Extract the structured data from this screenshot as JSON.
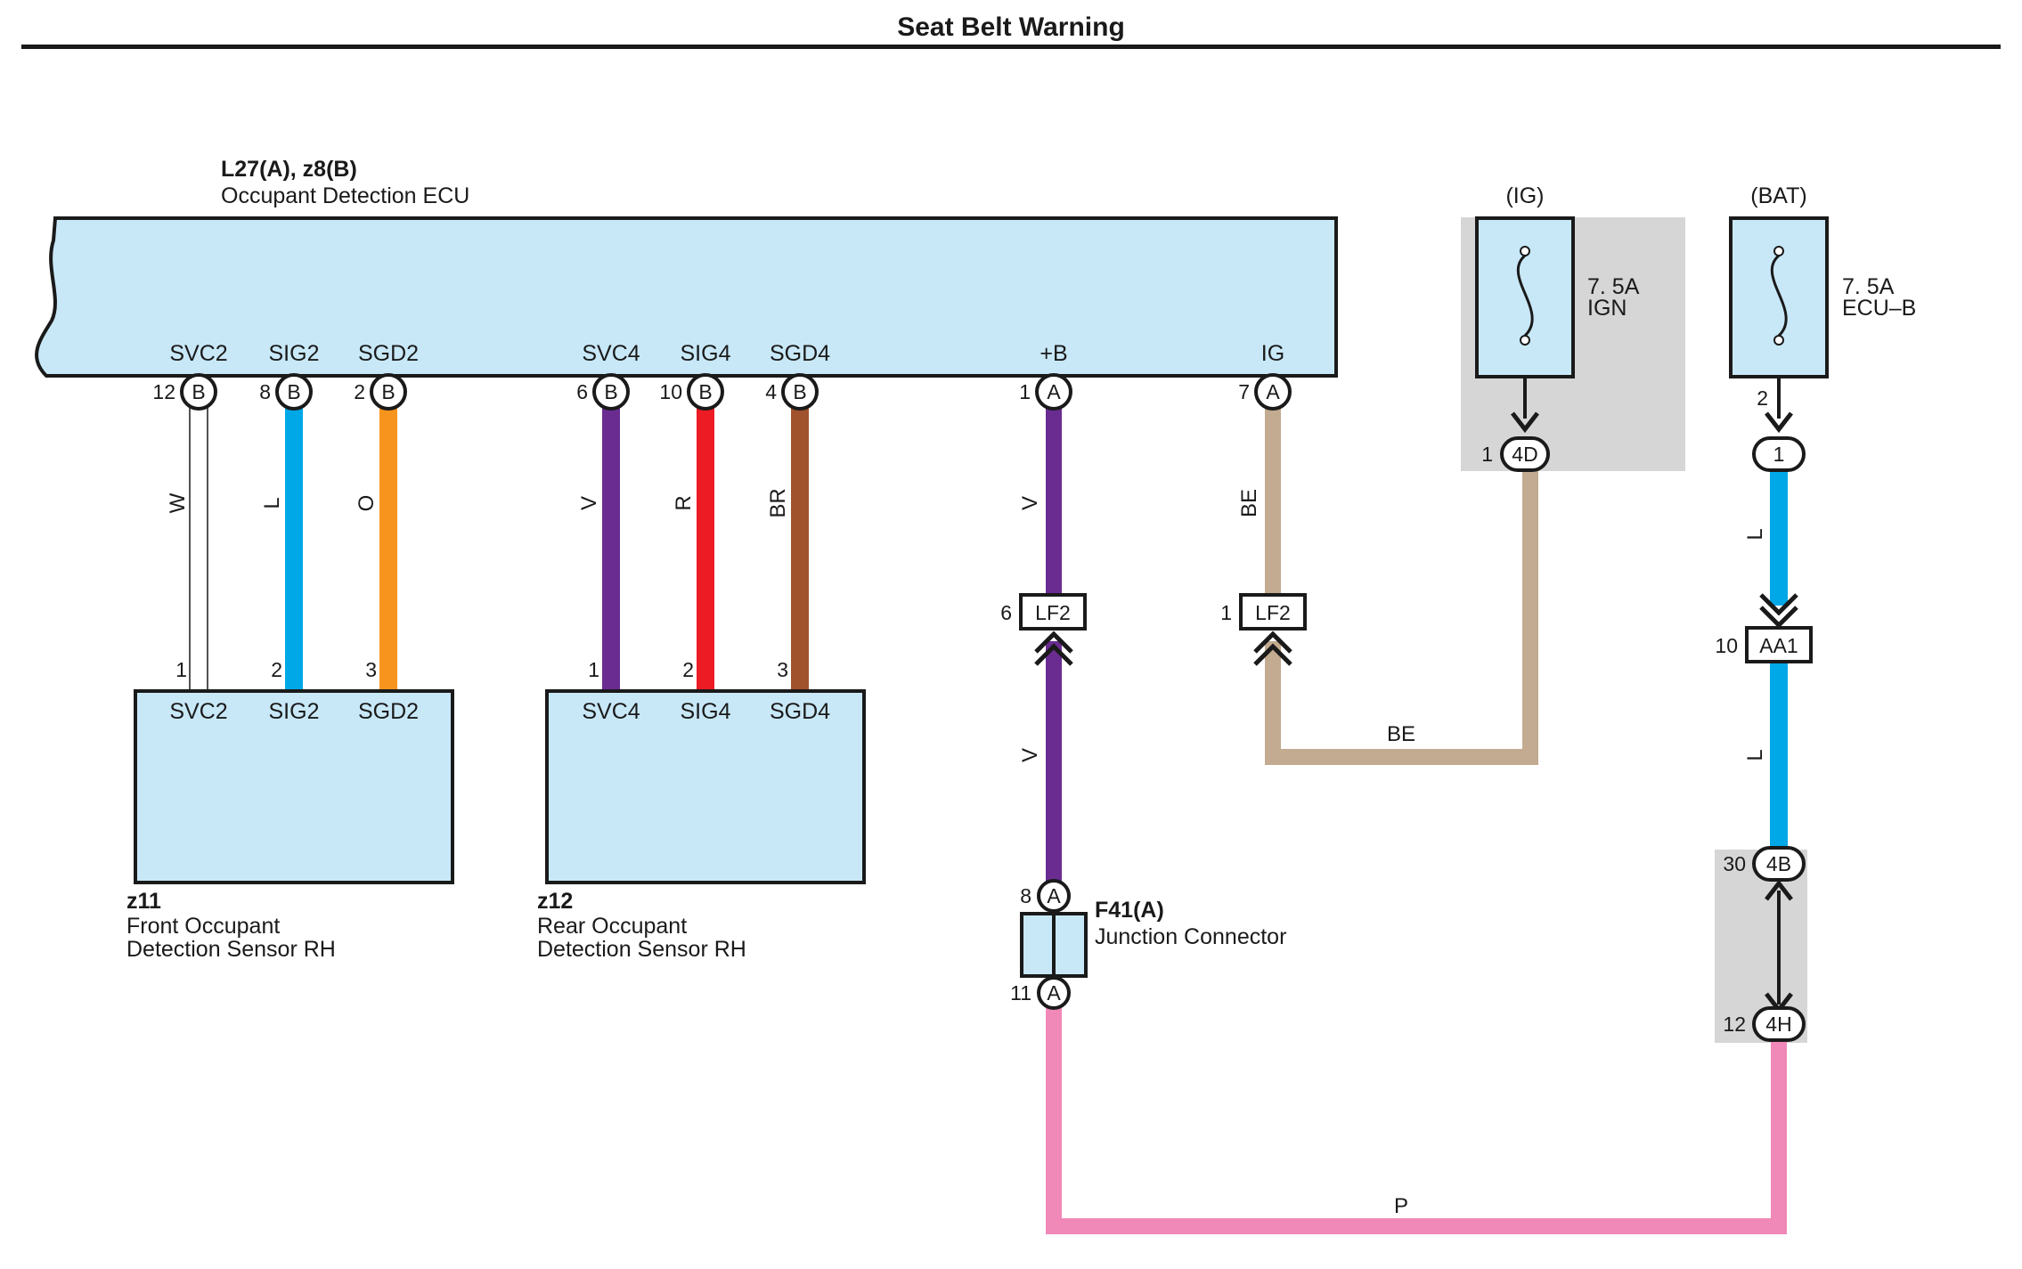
{
  "title": "Seat Belt Warning",
  "colors": {
    "component_fill": "#c8e8f8",
    "shade": "#d6d6d6",
    "W": "#ffffff",
    "L": "#00a8e8",
    "O": "#f7941d",
    "V": "#6a2c91",
    "R": "#ed1c24",
    "BR": "#a0522d",
    "BE": "#c2ab90",
    "P": "#f088b8"
  },
  "ecu": {
    "code": "L27(A), z8(B)",
    "name": "Occupant Detection ECU",
    "terminals": [
      {
        "name": "SVC2",
        "pin": "12",
        "conn": "B"
      },
      {
        "name": "SIG2",
        "pin": "8",
        "conn": "B"
      },
      {
        "name": "SGD2",
        "pin": "2",
        "conn": "B"
      },
      {
        "name": "SVC4",
        "pin": "6",
        "conn": "B"
      },
      {
        "name": "SIG4",
        "pin": "10",
        "conn": "B"
      },
      {
        "name": "SGD4",
        "pin": "4",
        "conn": "B"
      },
      {
        "name": "+B",
        "pin": "1",
        "conn": "A"
      },
      {
        "name": "IG",
        "pin": "7",
        "conn": "A"
      }
    ]
  },
  "wires": {
    "w1": "W",
    "w2": "L",
    "w3": "O",
    "w4": "V",
    "w5": "R",
    "w6": "BR",
    "w7": "V",
    "w8": "BE",
    "w9": "V",
    "w10": "BE",
    "w11": "L",
    "w12": "L",
    "w13": "P"
  },
  "sensor_front": {
    "code": "z11",
    "name_line1": "Front Occupant",
    "name_line2": "Detection Sensor RH",
    "terminals": [
      {
        "name": "SVC2",
        "pin": "1"
      },
      {
        "name": "SIG2",
        "pin": "2"
      },
      {
        "name": "SGD2",
        "pin": "3"
      }
    ]
  },
  "sensor_rear": {
    "code": "z12",
    "name_line1": "Rear Occupant",
    "name_line2": "Detection Sensor RH",
    "terminals": [
      {
        "name": "SVC4",
        "pin": "1"
      },
      {
        "name": "SIG4",
        "pin": "2"
      },
      {
        "name": "SGD4",
        "pin": "3"
      }
    ]
  },
  "fuse_ig": {
    "group": "(IG)",
    "rating": "7. 5A",
    "name": "IGN",
    "pin": "1",
    "conn": "4D"
  },
  "fuse_bat": {
    "group": "(BAT)",
    "rating": "7. 5A",
    "name": "ECU–B",
    "pin_top": "2",
    "conn": "1"
  },
  "lf2_left": {
    "pin": "6",
    "conn": "LF2"
  },
  "lf2_right": {
    "pin": "1",
    "conn": "LF2"
  },
  "aa1": {
    "pin": "10",
    "conn": "AA1"
  },
  "conn_4b": {
    "pin": "30",
    "conn": "4B"
  },
  "conn_4h": {
    "pin": "12",
    "conn": "4H"
  },
  "junction": {
    "code": "F41(A)",
    "name": "Junction Connector",
    "pin_top": "8",
    "pin_bottom": "11",
    "conn": "A"
  }
}
